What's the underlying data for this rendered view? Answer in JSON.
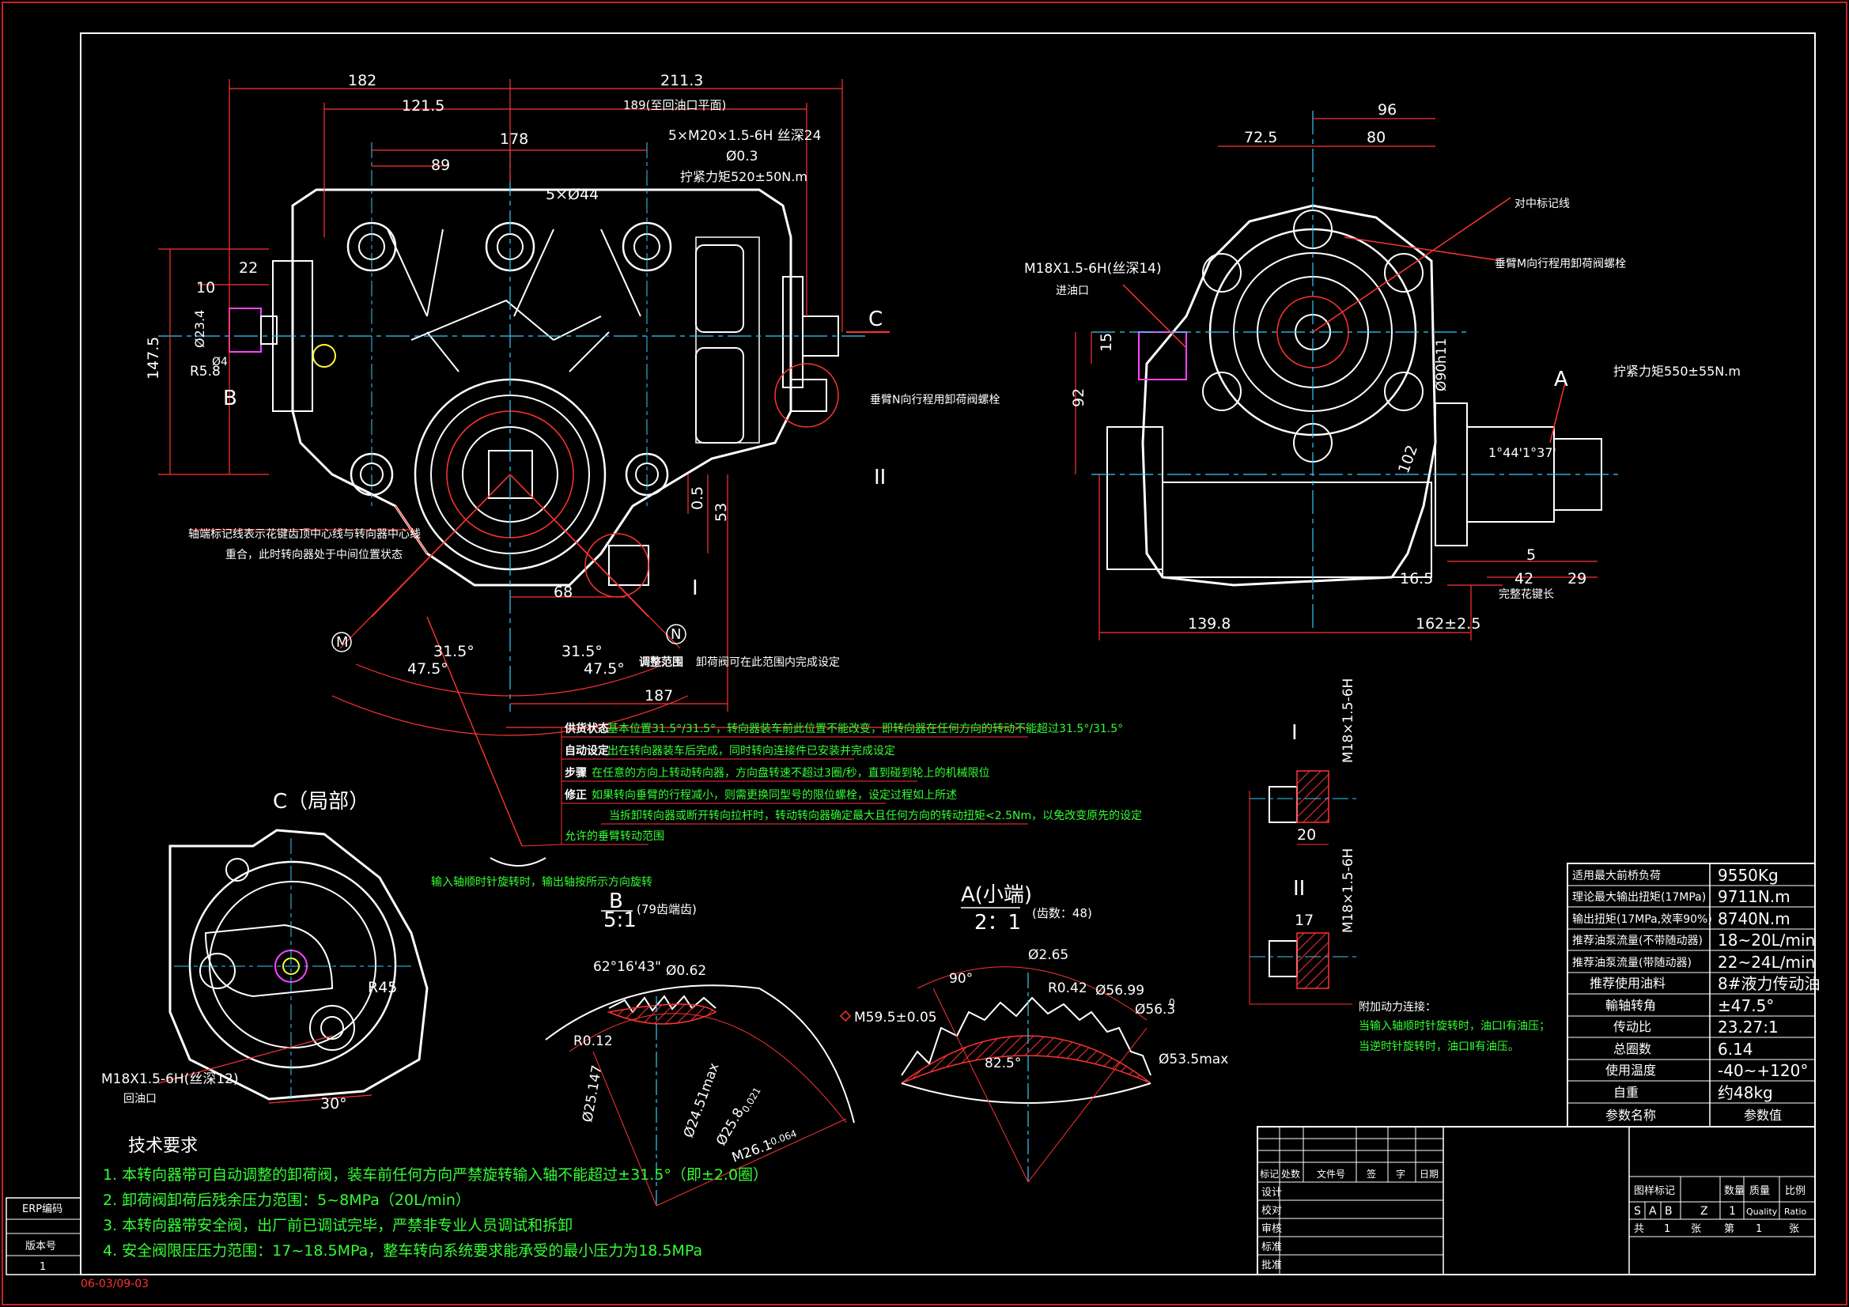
{
  "views": {
    "front": {
      "dims_top": [
        "182",
        "121.5",
        "211.3",
        "189(至回油口平面)",
        "178",
        "89"
      ],
      "thread_note": "5×M20×1.5-6H  丝深24",
      "position_tol": "Ø0.3",
      "torque_note": "拧紧力矩520±50N.m",
      "holes": "5×Ø44",
      "dims_left": [
        "22",
        "10",
        "Ø23.4",
        "R5.8",
        "147.5",
        "Ø4"
      ],
      "dims_bottom": [
        "68",
        "187",
        "53",
        "0.5"
      ],
      "angles": [
        "31.5°",
        "31.5°",
        "47.5°",
        "47.5°"
      ],
      "marks": {
        "m": "M",
        "n": "N",
        "b": "B",
        "c": "C",
        "i": "I",
        "ii": "II"
      },
      "callout_valve": "垂臂N向行程用卸荷阀螺栓",
      "axis_note_1": "轴端标记线表示花键齿顶中心线与转向器中心线",
      "axis_note_2": "重合，此时转向器处于中间位置状态",
      "adjust_range_label": "调整范围",
      "adjust_range_text": "卸荷阀可在此范围内完成设定"
    },
    "side": {
      "dims": [
        "96",
        "72.5",
        "80",
        "15",
        "92",
        "Ø90h11",
        "102",
        "1°44'",
        "1°37'",
        "5",
        "16.5",
        "42",
        "29",
        "139.8",
        "162±2.5"
      ],
      "thread": "M18X1.5-6H(丝深14)",
      "port": "进油口",
      "align_mark": "对中标记线",
      "valve_bolt": "垂臂M向行程用卸荷阀螺栓",
      "torque": "拧紧力矩550±55N.m",
      "mark_a": "A",
      "spline_len": "完整花键长"
    },
    "procedure": [
      {
        "tag": "供货状态",
        "text": "基本位置31.5°/31.5°，转向器装车前此位置不能改变，即转向器在任何方向的转动不能超过31.5°/31.5°"
      },
      {
        "tag": "自动设定",
        "text": "出在转向器装车后完成，同时转向连接件已安装并完成设定"
      },
      {
        "tag": "步骤",
        "text": "在任意的方向上转动转向器，方向盘转速不超过3圈/秒，直到碰到轮上的机械限位"
      },
      {
        "tag": "修正",
        "text": "如果转向垂臂的行程减小，则需更换同型号的限位螺栓，设定过程如上所述"
      },
      {
        "tag": "",
        "text": "当拆卸转向器或断开转向拉杆时，转动转向器确定最大且任何方向的转动扭矩<2.5Nm，以免改变原先的设定"
      },
      {
        "tag": "",
        "text": "允许的垂臂转动范围"
      }
    ],
    "detail_c": {
      "title": "C（局部）",
      "r": "R45",
      "thread": "M18X1.5-6H(丝深12)",
      "port": "回油口",
      "angle": "30°",
      "rotation_note": "输入轴顺时针旋转时，输出轴按所示方向旋转"
    },
    "detail_b": {
      "title": "B",
      "scale": "5:1",
      "teeth": "(79齿端齿)",
      "angle": "62°16'43\"",
      "d1": "Ø0.62",
      "r": "R0.12",
      "d2": "Ø25.147",
      "d3": "Ø24.51max",
      "d4": "Ø25.8",
      "d5": "M26.1",
      "d5_tol": "-0.064",
      "tol": "0.021"
    },
    "detail_a": {
      "title": "A(小端)",
      "scale": "2：1",
      "teeth": "(齿数：48)",
      "angle1": "90°",
      "angle2": "82.5°",
      "d1": "Ø2.65",
      "r": "R0.42",
      "d2": "Ø56.99",
      "d3": "Ø56.3",
      "d3_tol": "0",
      "d4": "Ø53.5max",
      "m": "M59.5±0.05"
    },
    "detail_i": {
      "title": "I",
      "thread": "M18×1.5-6H",
      "dim": "20"
    },
    "detail_ii": {
      "title": "II",
      "thread": "M18×1.5-6H",
      "dim": "17"
    },
    "aux_note": {
      "title": "附加动力连接：",
      "line1": "当输入轴顺时针旋转时，油口Ⅰ有油压；",
      "line2": "当逆时针旋转时，油口Ⅱ有油压。"
    }
  },
  "tech": {
    "title": "技术要求",
    "items": [
      "1.  本转向器带可自动调整的卸荷阀，装车前任何方向严禁旋转输入轴不能超过±31.5°（即±2.0圈）",
      "2.  卸荷阀卸荷后残余压力范围：5~8MPa（20L/min）",
      "3.  本转向器带安全阀，出厂前已调试完毕，严禁非专业人员调试和拆卸",
      "4.  安全阀限压压力范围：17~18.5MPa，整车转向系统要求能承受的最小压力为18.5MPa"
    ]
  },
  "params": {
    "rows": [
      {
        "name": "适用最大前桥负荷",
        "value": "9550Kg"
      },
      {
        "name": "理论最大输出扭矩(17MPa)",
        "value": "9711N.m"
      },
      {
        "name": "输出扭矩(17MPa,效率90%)",
        "value": "8740N.m"
      },
      {
        "name": "推荐油泵流量(不带随动器)",
        "value": "18~20L/min"
      },
      {
        "name": "推荐油泵流量(带随动器)",
        "value": "22~24L/min"
      },
      {
        "name": "推荐使用油料",
        "value": "8#液力传动油"
      },
      {
        "name": "輸轴转角",
        "value": "±47.5°"
      },
      {
        "name": "传动比",
        "value": "23.27:1"
      },
      {
        "name": "总圈数",
        "value": "6.14"
      },
      {
        "name": "使用温度",
        "value": "-40~+120°"
      },
      {
        "name": "自重",
        "value": "约48kg"
      }
    ],
    "header": {
      "name": "参数名称",
      "value": "参数值"
    }
  },
  "titleblock": {
    "rev_headers": [
      "标记",
      "处数",
      "文件号",
      "签",
      "字",
      "日期"
    ],
    "roles": [
      "设计",
      "校对",
      "审核",
      "标准",
      "批准"
    ],
    "meta_headers": [
      "图样标记",
      "数量",
      "质量",
      "比例"
    ],
    "meta_marks": [
      "S",
      "A",
      "B",
      "Z"
    ],
    "meta_values": [
      "1",
      "Quality",
      "Ratio"
    ],
    "sheet": [
      "共",
      "1",
      "张",
      "第",
      "1",
      "张"
    ]
  },
  "side_strip": {
    "erp": "ERP编码",
    "version": "版本号",
    "version_value": "1"
  },
  "date_code": "06-03/09-03",
  "colors": {
    "frame": "#cc2222",
    "geometry": "#ffffff",
    "dimension": "#ff3333",
    "center": "#33ccff",
    "green": "#33ff33",
    "magenta": "#ff44ff",
    "yellow": "#ffff33"
  }
}
